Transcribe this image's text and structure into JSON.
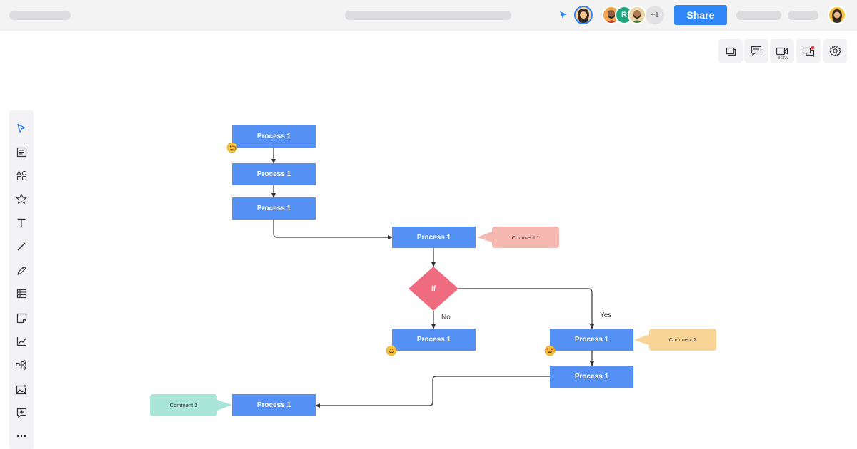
{
  "toolbar": {
    "share_label": "Share",
    "extra_users": "+1",
    "collaborator_initial": "R",
    "beta_label": "BETA"
  },
  "colors": {
    "accent": "#2f86f6",
    "process": "#5591f4",
    "decision": "#ef6b80",
    "comment1": "#f5b8b0",
    "comment2": "#f8d496",
    "comment3": "#a9e6d7"
  },
  "right_tools": [
    "layers-icon",
    "comments-icon",
    "video-icon",
    "chat-icon",
    "settings-icon"
  ],
  "left_tools": [
    "select-tool",
    "page-tool",
    "shapes-tool",
    "star-tool",
    "text-tool",
    "line-tool",
    "pen-tool",
    "table-tool",
    "sticky-note-tool",
    "chart-tool",
    "mindmap-tool",
    "image-tool",
    "frame-tool",
    "more-tool"
  ],
  "flow": {
    "p1": "Process 1",
    "p2": "Process 1",
    "p3": "Process 1",
    "p4": "Process 1",
    "decision": "If",
    "p_no": "Process 1",
    "p_yes": "Process 1",
    "p_yes2": "Process 1",
    "p_end": "Process 1",
    "label_no": "No",
    "label_yes": "Yes",
    "comment1": "Comment 1",
    "comment2": "Comment 2",
    "comment3": "Comment 3"
  }
}
